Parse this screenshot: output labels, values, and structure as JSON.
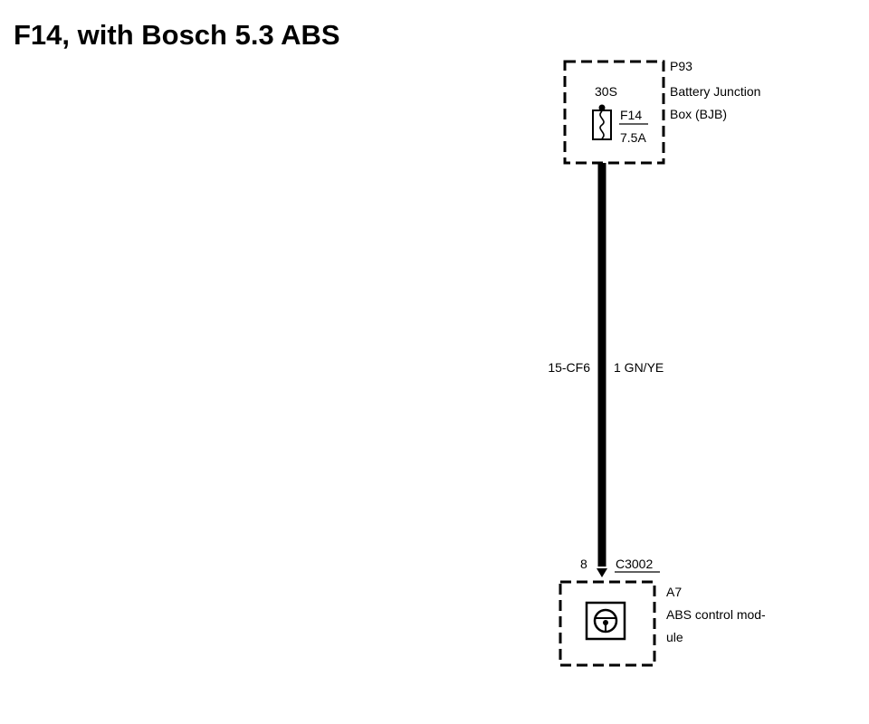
{
  "title": "F14, with Bosch 5.3 ABS",
  "bjb": {
    "id": "P93",
    "name_line1": "Battery Junction",
    "name_line2": "Box (BJB)",
    "terminal": "30S",
    "fuse_id": "F14",
    "fuse_rating": "7.5A"
  },
  "wire": {
    "circuit": "15-CF6",
    "size_color": "1 GN/YE"
  },
  "connector": {
    "pin": "8",
    "id": "C3002"
  },
  "module": {
    "id": "A7",
    "name_line1": "ABS control mod-",
    "name_line2": "ule",
    "icon": "steering-wheel-icon"
  }
}
